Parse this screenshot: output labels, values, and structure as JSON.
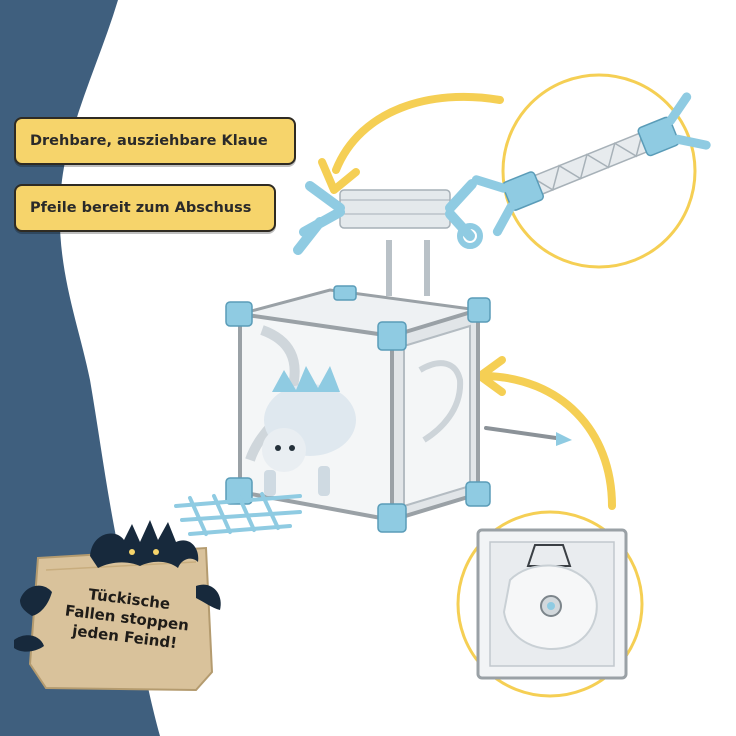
{
  "callouts": {
    "claw": "Drehbare, ausziehbare Klaue",
    "arrows": "Pfeile bereit zum Abschuss"
  },
  "note": {
    "lines": [
      "Tückische",
      "Fallen stoppen",
      "jeden Feind!"
    ]
  },
  "colors": {
    "background_wave": "#3f5f7e",
    "callout_fill": "#f6d46b",
    "circle_outline": "#f5cf54",
    "arrow": "#f5cf54",
    "parchment": "#d9c29b",
    "monster_silhouette": "#17293c",
    "ice_blue": "#8fcbe2",
    "cage_grey": "#9aa1a6"
  }
}
